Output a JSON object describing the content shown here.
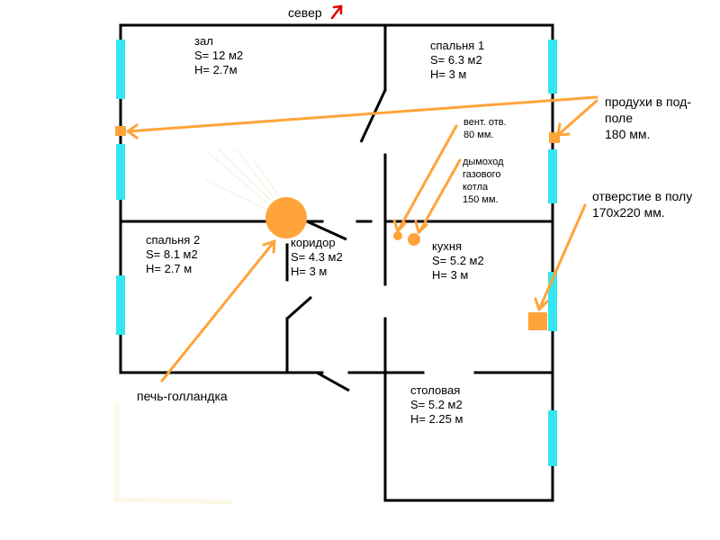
{
  "north_label": "север",
  "rooms": [
    {
      "name": "зал",
      "area": "S= 12 м2",
      "height": "H= 2.7м"
    },
    {
      "name": "спальня 1",
      "area": "S= 6.3 м2",
      "height": "H= 3 м"
    },
    {
      "name": "спальня 2",
      "area": "S= 8.1 м2",
      "height": "H= 2.7 м"
    },
    {
      "name": "коридор",
      "area": "S= 4.3 м2",
      "height": "H= 3 м"
    },
    {
      "name": "кухня",
      "area": "S= 5.2 м2",
      "height": "H= 3 м"
    },
    {
      "name": "столовая",
      "area": "S= 5.2 м2",
      "height": "H= 2.25 м"
    }
  ],
  "annotations": {
    "vent_hole": "вент. отв.\n80 мм.",
    "gas_flue": "дымоход\nгазового\nкотла\n150 мм.",
    "underfloor_vents": "продухи в под-\nполе\n180 мм.",
    "floor_opening": "отверстие в полу\n170х220 мм.",
    "stove": "печь-голландка"
  },
  "colors": {
    "walls": "#000000",
    "windows": "#33e6f0",
    "annotation": "#ffa43a",
    "stove": "#ffa43a",
    "north_arrow": "#e00000",
    "background": "#ffffff"
  }
}
